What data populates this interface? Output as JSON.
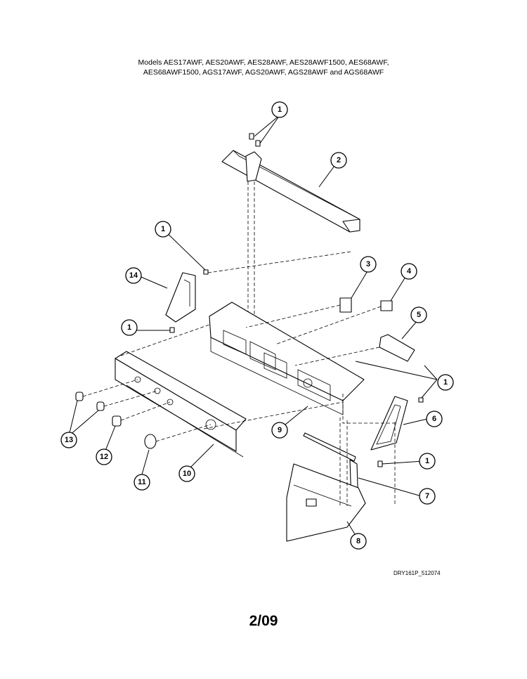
{
  "header": {
    "line1": "Models AES17AWF, AES20AWF, AES28AWF, AES28AWF1500, AES68AWF,",
    "line2": "AES68AWF1500, AGS17AWF, AGS20AWF, AGS28AWF and AGS68AWF"
  },
  "diagram_code": "DRY161P_512074",
  "page_label": "2/09",
  "callouts": [
    "1",
    "2",
    "1",
    "14",
    "1",
    "3",
    "4",
    "5",
    "1",
    "9",
    "6",
    "1",
    "13",
    "12",
    "11",
    "10",
    "7",
    "8"
  ]
}
